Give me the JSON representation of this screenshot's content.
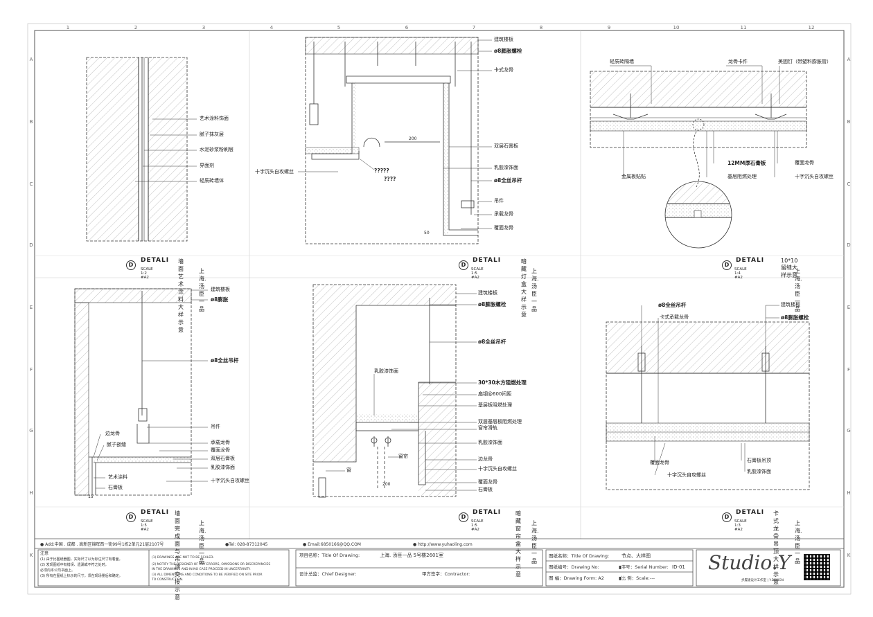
{
  "grid": {
    "columns": [
      "1",
      "2",
      "3",
      "4",
      "5",
      "6",
      "7",
      "8",
      "9",
      "10",
      "11",
      "12"
    ],
    "rows": [
      "A",
      "B",
      "C",
      "D",
      "E",
      "F",
      "G",
      "H",
      "K"
    ]
  },
  "details": [
    {
      "letter": "D",
      "word": "DETALI",
      "name": "墙面艺术涂料大样示意",
      "scale": "SCALE 1:2   #A2",
      "project": "上海. 汤臣一品",
      "labels": [
        "艺术涂料饰面",
        "腻子抹灰层",
        "水泥砂浆粉刷层",
        "界面剂",
        "轻质砖墙体"
      ]
    },
    {
      "letter": "D",
      "word": "DETALI",
      "name": "暗藏灯盒大样示意",
      "scale": "SCALE 1:5   #A2",
      "project": "上海. 汤臣一品",
      "labels": [
        "建筑楼板",
        "ø8膨胀螺栓",
        "卡式龙骨",
        "双层石膏板",
        "乳胶漆饰面",
        "ø8全丝吊杆",
        "吊件",
        "承载龙骨",
        "覆面龙骨",
        "十字沉头自攻螺丝",
        "?????",
        "????",
        "200",
        "50"
      ]
    },
    {
      "letter": "D",
      "word": "DETALI",
      "name": "10*10留缝大样示意",
      "scale": "SCALE 1:4   #A2",
      "project": "上海. 汤臣一品",
      "labels": [
        "轻质砖隔墙",
        "龙骨卡件",
        "美固钉（带塑料膨胀管）",
        "12MM厚石膏板",
        "基层阻燃处理",
        "覆面龙骨",
        "十字沉头自攻螺丝",
        "金属板贴贴"
      ]
    },
    {
      "letter": "D",
      "word": "DETALI",
      "name": "墙面完成面与吊顶交接示意",
      "scale": "SCALE 1:5   #A2",
      "project": "上海. 汤臣一品",
      "labels": [
        "建筑楼板",
        "ø8膨胀",
        "ø8全丝吊杆",
        "吊件",
        "承载龙骨",
        "覆面龙骨",
        "双层石膏板",
        "乳胶漆饰面",
        "十字沉头自攻螺丝",
        "边龙骨",
        "腻子嵌缝",
        "艺术涂料",
        "石膏板",
        "15"
      ]
    },
    {
      "letter": "D",
      "word": "DETALI",
      "name": "暗藏窗帘盒大样示意",
      "scale": "SCALE 1:5   #A2",
      "project": "上海. 汤臣一品",
      "labels": [
        "建筑楼板",
        "ø8膨胀螺栓",
        "ø8全丝吊杆",
        "30*30木方阻燃处理",
        "扁钢@600间距",
        "基层板阻燃处理",
        "双层基层板阻燃处理",
        "窗帘滑轨",
        "乳胶漆饰面",
        "乳胶漆饰面",
        "窗帘",
        "窗",
        "边龙骨",
        "十字沉头自攻螺丝",
        "覆面龙骨",
        "石膏板",
        "200"
      ]
    },
    {
      "letter": "D",
      "word": "DETALI",
      "name": "卡式龙骨吊顶大样示意",
      "scale": "SCALE 1:3   #A2",
      "project": "上海. 汤臣一品",
      "labels": [
        "ø8全丝吊杆",
        "卡式承载龙骨",
        "建筑楼板",
        "ø8膨胀螺栓",
        "覆面龙骨",
        "石膏板吊顶",
        "十字沉头自攻螺丝",
        "乳胶漆饰面"
      ]
    }
  ],
  "footer": {
    "address": "● Add:中国 . 成都 . 高新区锦晖西一街99号1栋2单元21层2107号",
    "tel": "●Tel: 028-87312045",
    "email": "● Email:6850166@QQ.COM",
    "web": "● http://www.yuhaoling.com"
  },
  "notes": {
    "title": "注意",
    "cn": [
      "(1) 由于比图纸器图，实际尺寸以为标注尺寸有着面。",
      "(2) 发现图纸中有错误、遗漏或不符之处时，",
      "必须向本公司书面上。",
      "(3) 所有在图纸上标示的尺寸，须在现场量后和确定。"
    ],
    "en": [
      "(1) DRAWINGS ARE NOT TO BE SCALED.",
      "(2) NOTIFY THE DESIGNER OF ANY ERRORS, OMISSIONS OR DISCREPANCIES",
      "   IN THE DRAWINGS AND IN NO CASE PROCEED IN UNCERTAINTY.",
      "(3) ALL DIMENSIONS AND CONDITIONS TO BE VERIFIED ON SITE PRIOR",
      "   TO CONSTRUCTION."
    ]
  },
  "titleblock": {
    "project_label": "项目名称：Title Of Drawing:",
    "project_value": "上海. 汤臣一品 5号楼2601室",
    "chief_label": "设计总监：Chief Designer:",
    "contractor_label": "甲方签字：Contractor:",
    "drawing_title_label": "图纸名称：Title Of Drawing:",
    "drawing_title_value": "节点、大样图",
    "drawing_no_label": "图纸编号：Drawing No:",
    "serial_label": "▮序号：Serial Number:",
    "serial_value": "ID-01",
    "form_label": "图  幅：Drawing Form:  A2",
    "scale_label": "▮比  例：Scale:",
    "scale_value": "---",
    "logo": "Studio.Y",
    "logo_sub": "步履速设计工作室 | Y.DESIGN"
  }
}
